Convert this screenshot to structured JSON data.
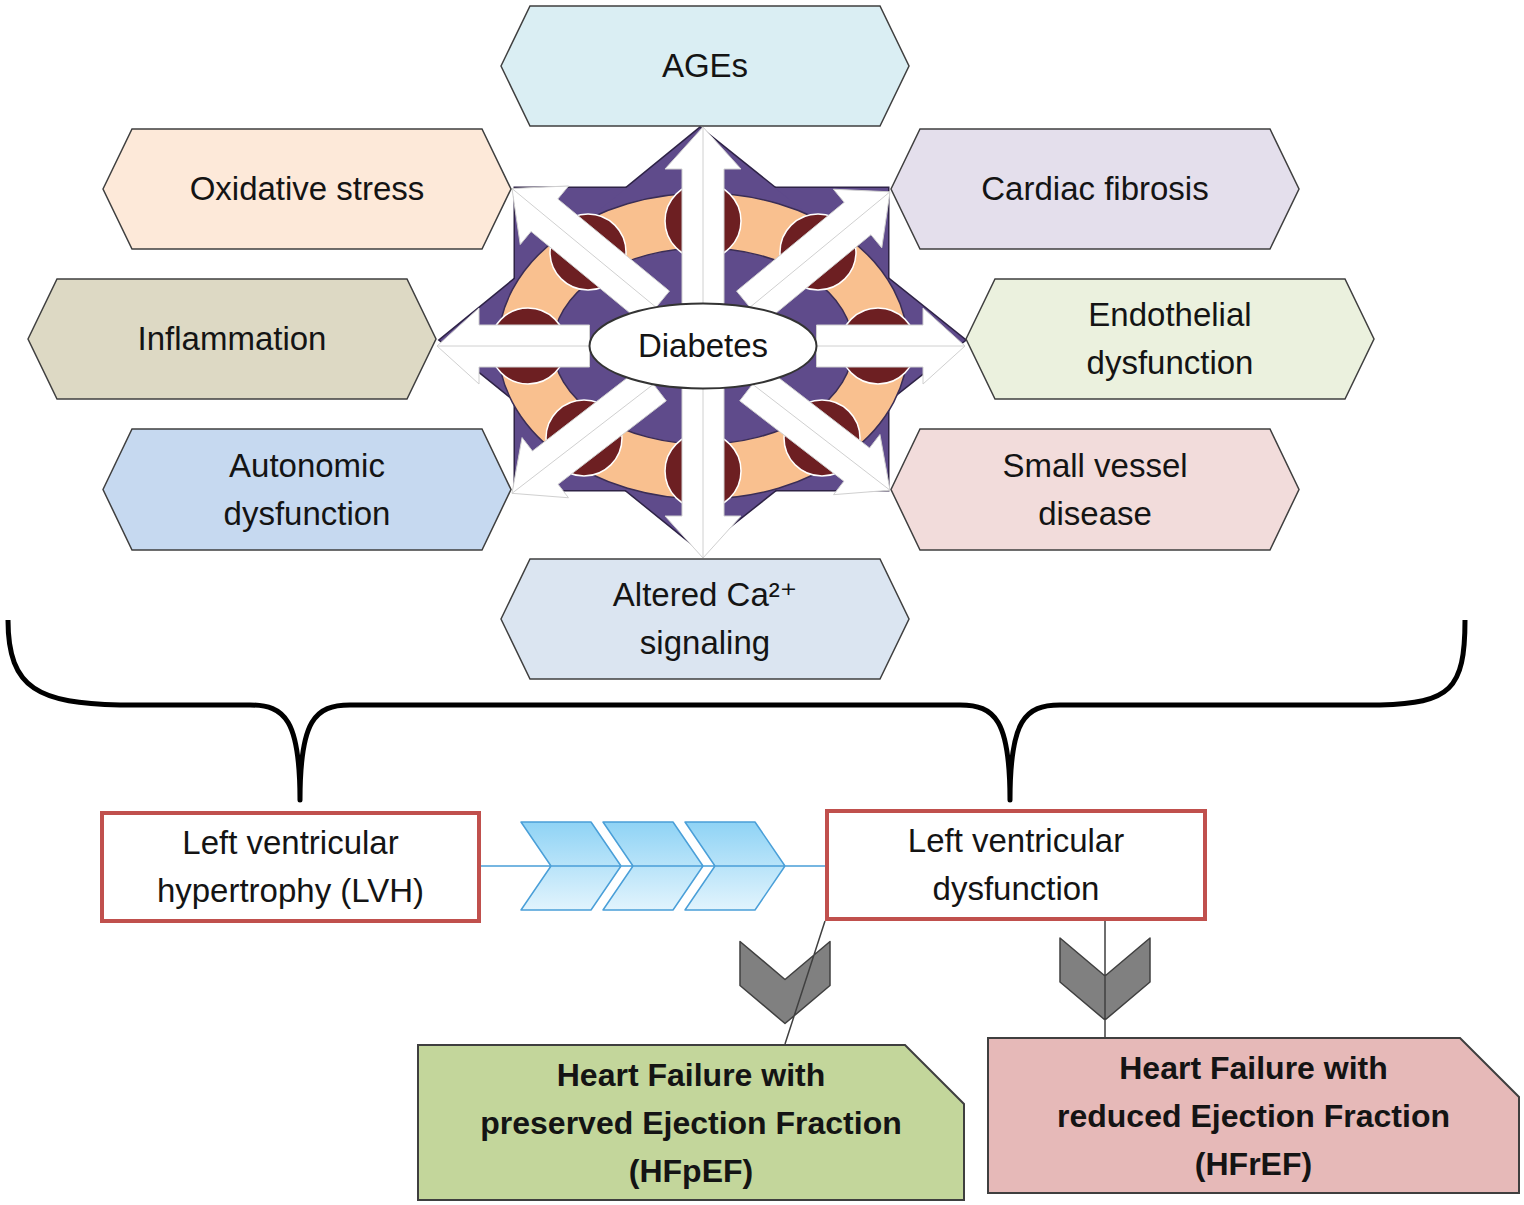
{
  "diagram": {
    "nodes": [
      {
        "text": [
          "AGEs"
        ]
      },
      {
        "text": [
          "Oxidative stress"
        ]
      },
      {
        "text": [
          "Cardiac fibrosis"
        ]
      },
      {
        "text": [
          "Inflammation"
        ]
      },
      {
        "text": [
          "Diabetes"
        ]
      },
      {
        "text": [
          "Endothelial dysfunction"
        ]
      },
      {
        "text": [
          "Autonomic dysfunction"
        ]
      },
      {
        "text": [
          "Small vessel disease"
        ]
      },
      {
        "text": [
          "Altered Ca²⁺ signaling"
        ]
      },
      {
        "text": [
          "Left ventricular hypertrophy (LVH)"
        ]
      },
      {
        "text": [
          "Left ventricular dysfunction"
        ]
      },
      {
        "text": [
          "Heart Failure with preserved Ejection Fraction (HFpEF)"
        ]
      },
      {
        "text": [
          "Heart Failure with reduced Ejection Fraction (HFrEF)"
        ]
      }
    ],
    "edges": [
      {
        "from": 4,
        "to": 0,
        "arrow": "to"
      },
      {
        "from": 4,
        "to": 1,
        "arrow": "to"
      },
      {
        "from": 4,
        "to": 2,
        "arrow": "to"
      },
      {
        "from": 4,
        "to": 3,
        "arrow": "to"
      },
      {
        "from": 4,
        "to": 5,
        "arrow": "to"
      },
      {
        "from": 4,
        "to": 6,
        "arrow": "to"
      },
      {
        "from": 4,
        "to": 7,
        "arrow": "to"
      },
      {
        "from": 4,
        "to": 8,
        "arrow": "to"
      },
      {
        "from": 9,
        "to": 10,
        "arrow": "to"
      },
      {
        "from": 10,
        "to": 11,
        "arrow": "to"
      },
      {
        "from": 10,
        "to": 12,
        "arrow": "to"
      }
    ]
  }
}
